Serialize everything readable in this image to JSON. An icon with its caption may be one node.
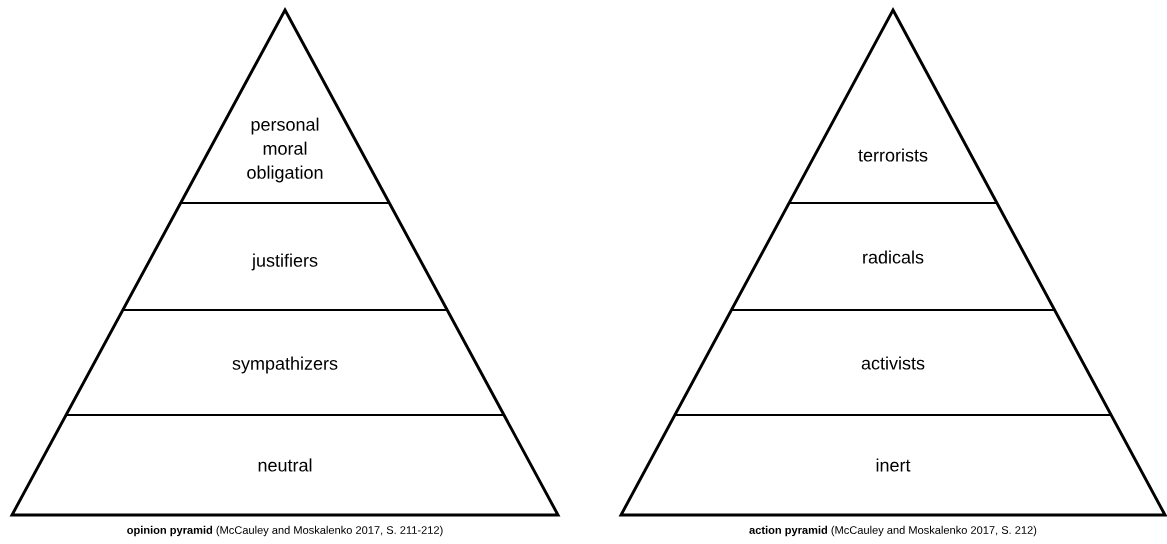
{
  "diagram": {
    "nodes": [
      {
        "text": [
          "**opinion pyramid** (McCauley and Moskalenko 2017, S. 211-212)"
        ]
      },
      {
        "text": [
          "personal moral obligation"
        ],
        "in": 0
      },
      {
        "text": [
          "justifiers"
        ],
        "in": 0
      },
      {
        "text": [
          "sympathizers"
        ],
        "in": 0
      },
      {
        "text": [
          "neutral"
        ],
        "in": 0
      },
      {
        "text": [
          "**action pyramid** (McCauley and Moskalenko 2017, S. 212)"
        ]
      },
      {
        "text": [
          "terrorists"
        ],
        "in": 5
      },
      {
        "text": [
          "radicals"
        ],
        "in": 5
      },
      {
        "text": [
          "activists"
        ],
        "in": 5
      },
      {
        "text": [
          "inert"
        ],
        "in": 5
      }
    ]
  }
}
